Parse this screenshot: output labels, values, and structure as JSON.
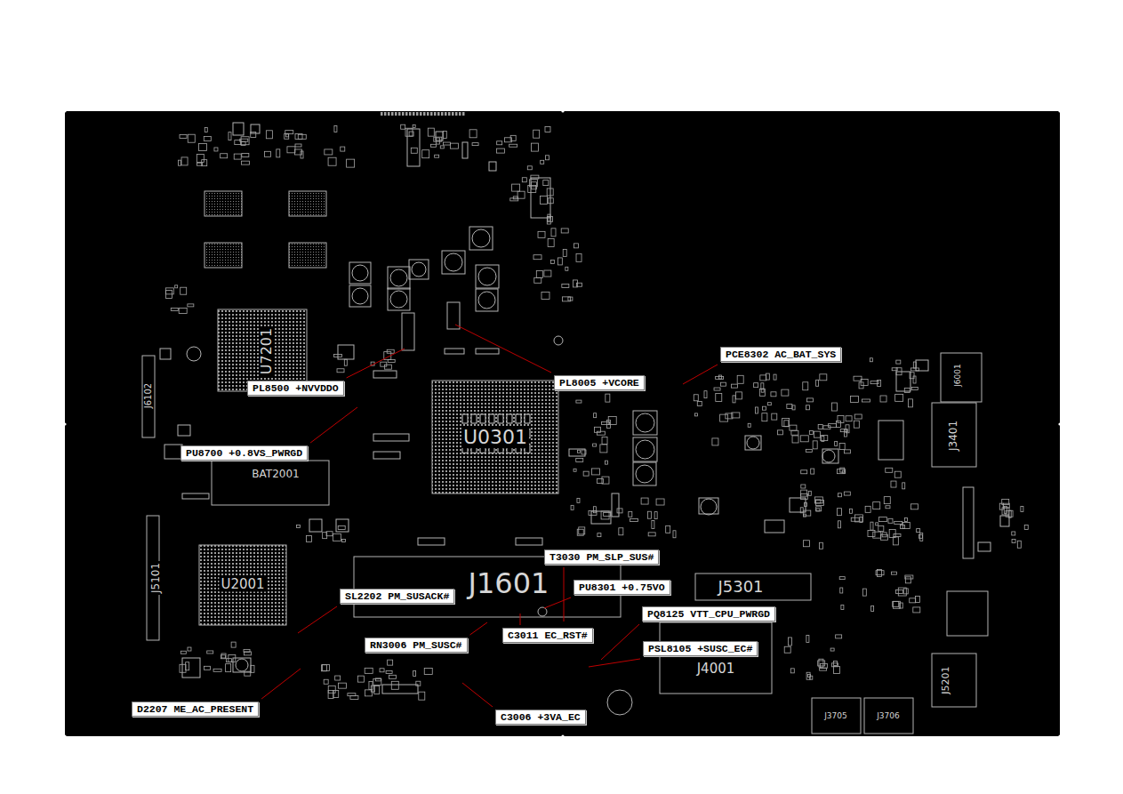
{
  "diagram": {
    "nodes": [
      {
        "text": [
          "PCE8302 AC_BAT_SYS"
        ]
      },
      {
        "text": [
          "PL8005 +VCORE"
        ]
      },
      {
        "text": [
          "PL8500 +NVVDDO"
        ]
      },
      {
        "text": [
          "PU8700 +0.8VS_PWRGD"
        ]
      },
      {
        "text": [
          "T3030 PM_SLP_SUS#"
        ]
      },
      {
        "text": [
          "PU8301 +0.75VO"
        ]
      },
      {
        "text": [
          "SL2202 PM_SUSACK#"
        ]
      },
      {
        "text": [
          "PQ8125 VTT_CPU_PWRGD"
        ]
      },
      {
        "text": [
          "C3011 EC_RST#"
        ]
      },
      {
        "text": [
          "RN3006 PM_SUSC#"
        ]
      },
      {
        "text": [
          "PSL8105 +SUSC_EC#"
        ]
      },
      {
        "text": [
          "D2207 ME_AC_PRESENT"
        ]
      },
      {
        "text": [
          "C3006 +3VA_EC"
        ]
      }
    ],
    "labels": [
      "U7201",
      "J6102",
      "U0301",
      "BAT2001",
      "J1601",
      "U2001",
      "J5101",
      "J5301",
      "J4001",
      "J6001",
      "J3401",
      "J5201",
      "J3705",
      "J3706"
    ]
  }
}
